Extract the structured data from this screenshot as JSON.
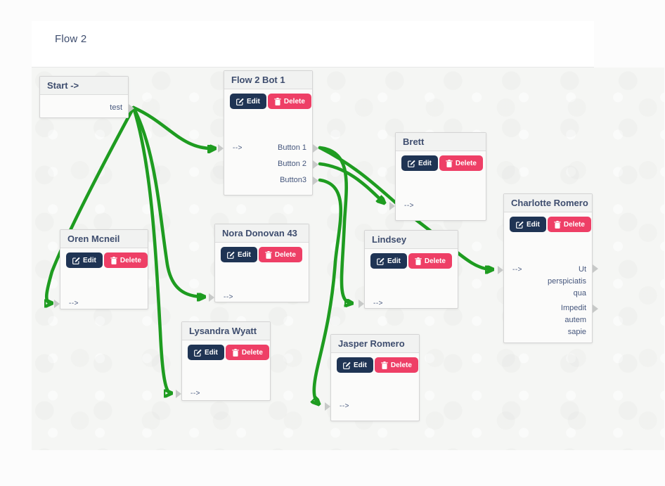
{
  "page": {
    "title": "Flow 2"
  },
  "common": {
    "edit_label": "Edit",
    "delete_label": "Delete",
    "input_port_label": "--&gt;"
  },
  "colors": {
    "accent-green": "#1e9c20",
    "btn-edit": "#1f3454",
    "btn-delete": "#ee3f66",
    "text-heading": "#3e4d6e",
    "port-label": "#45567c"
  },
  "nodes": [
    {
      "title": "Start ->",
      "output_label": "test"
    },
    {
      "title": "Flow 2 Bot 1",
      "outputs": [
        "Button 1",
        "Button 2",
        "Button3"
      ]
    },
    {
      "title": "Brett"
    },
    {
      "title": "Lindsey"
    },
    {
      "title": "Charlotte Romero",
      "outputs": [
        "Ut perspiciatis qua",
        "Impedit autem sapie"
      ]
    },
    {
      "title": "Oren Mcneil"
    },
    {
      "title": "Nora Donovan 43"
    },
    {
      "title": "Lysandra Wyatt"
    },
    {
      "title": "Jasper Romero"
    }
  ],
  "connections": [
    {
      "from": "Start -> / test",
      "to": "Flow 2 Bot 1"
    },
    {
      "from": "Start -> / test",
      "to": "Oren Mcneil"
    },
    {
      "from": "Start -> / test",
      "to": "Nora Donovan 43"
    },
    {
      "from": "Start -> / test",
      "to": "Lysandra Wyatt"
    },
    {
      "from": "Flow 2 Bot 1 / Button 1",
      "to": "Lindsey"
    },
    {
      "from": "Flow 2 Bot 1 / Button 1",
      "to": "Charlotte Romero"
    },
    {
      "from": "Flow 2 Bot 1 / Button 2",
      "to": "Brett"
    },
    {
      "from": "Flow 2 Bot 1 / Button3",
      "to": "Jasper Romero"
    }
  ]
}
